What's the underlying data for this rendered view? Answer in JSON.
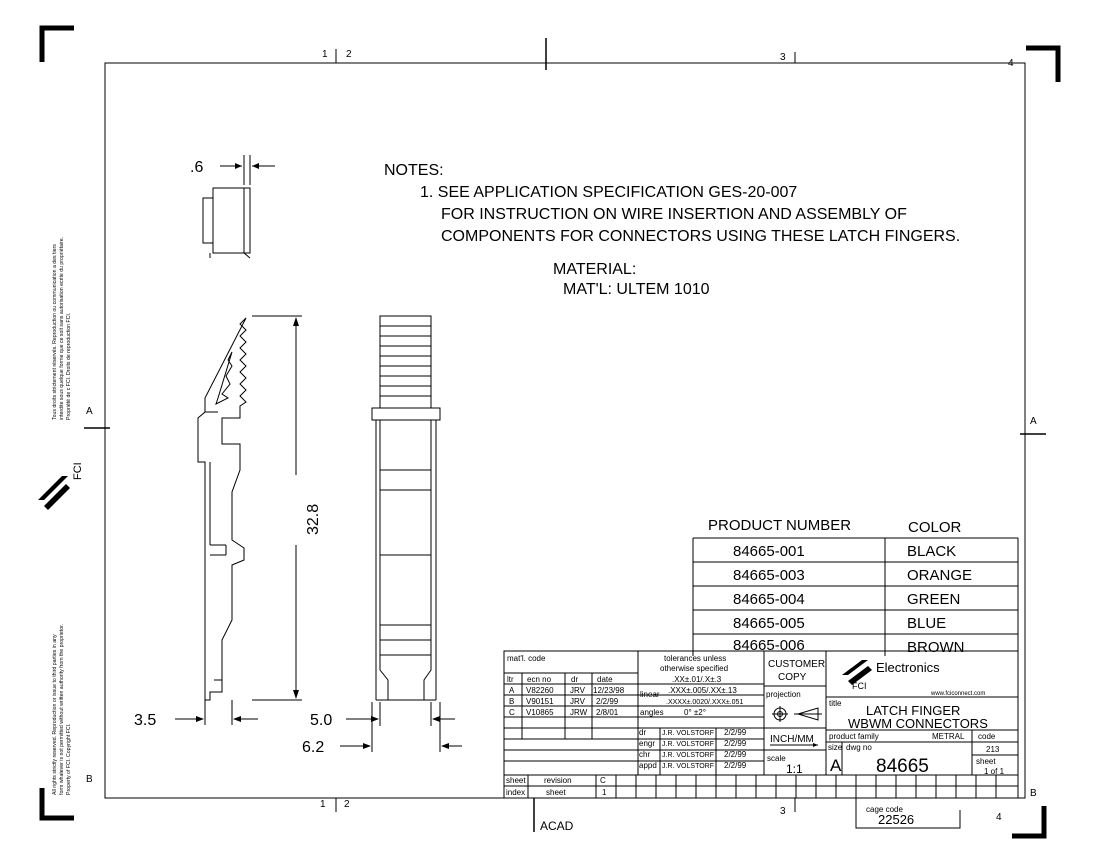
{
  "zones": {
    "top_left": "1",
    "top_mid": "2",
    "top_right_a": "3",
    "top_right_b": "4",
    "bottom_left": "1",
    "bottom_mid": "2",
    "bottom_right_a": "3",
    "bottom_right_b": "4",
    "left_a": "A",
    "right_a": "A",
    "left_b": "B",
    "right_b": "B"
  },
  "side_notice": {
    "fr_1": "Tous droits strictement réservés. Reproduction ou communication a des tiers",
    "fr_2": "interdite sous quelque forme que ce soit sans autorisation ecrite du propriétaire.",
    "fr_3": "Propriété de c FCI.  Droits de reproduction FCI.",
    "logo_text": "FCI",
    "en_1": "All rights strictly reserved. Reproduction or issue to third parties in any",
    "en_2": "form whatever is not permitted without written authority from the proprietor.",
    "en_3": "Property of FCI.  Copyright FCI."
  },
  "notes": {
    "heading": "NOTES:",
    "line1": "1. SEE APPLICATION SPECIFICATION GES-20-007",
    "line2": "FOR INSTRUCTION ON WIRE INSERTION AND ASSEMBLY OF",
    "line3": "COMPONENTS FOR CONNECTORS USING THESE LATCH FINGERS.",
    "material_heading": "MATERIAL:",
    "material_value": "MAT'L: ULTEM 1010"
  },
  "dimensions": {
    "top_width": ".6",
    "height": "32.8",
    "left_width": "3.5",
    "inner_width": "5.0",
    "outer_width": "6.2"
  },
  "product_table": {
    "headers": [
      "PRODUCT NUMBER",
      "COLOR"
    ],
    "rows": [
      [
        "84665-001",
        "BLACK"
      ],
      [
        "84665-003",
        "ORANGE"
      ],
      [
        "84665-004",
        "GREEN"
      ],
      [
        "84665-005",
        "BLUE"
      ],
      [
        "84665-006",
        "BROWN"
      ]
    ]
  },
  "title_block": {
    "matl_code": "mat'l. code",
    "rev_headers": [
      "ltr",
      "ecn no",
      "dr",
      "date"
    ],
    "revisions": [
      [
        "A",
        "V82260",
        "JRV",
        "12/23/98"
      ],
      [
        "B",
        "V90151",
        "JRV",
        "2/2/99"
      ],
      [
        "C",
        "V10865",
        "JRW",
        "2/8/01"
      ]
    ],
    "tol_head1": "tolerances unless",
    "tol_head2": "otherwise specified",
    "tol_xx": ".XX±.01/.X±.3",
    "linear_label": "linear",
    "tol_xxx": ".XXX±.005/.XX±.13",
    "tol_xxxx": ".XXXX±.0020/.XXX±.051",
    "angles_label": "angles",
    "tol_angles": "0°  ±2°",
    "approvals": [
      [
        "dr",
        "J.R. VOLSTORF",
        "2/2/99"
      ],
      [
        "engr",
        "J.R. VOLSTORF",
        "2/2/99"
      ],
      [
        "chr",
        "J.R. VOLSTORF",
        "2/2/99"
      ],
      [
        "appd",
        "J.R. VOLSTORF",
        "2/2/99"
      ]
    ],
    "customer_copy_1": "CUSTOMER",
    "customer_copy_2": "COPY",
    "projection_label": "projection",
    "units": "INCH/MM",
    "scale_label": "scale",
    "scale_value": "1:1",
    "company": "Electronics",
    "logo_text": "FCI",
    "website": "www.fciconnect.com",
    "title_label": "title",
    "title_1": "LATCH FINGER",
    "title_2": "WBWM CONNECTORS",
    "product_family_label": "product family",
    "product_family": "METRAL",
    "code_label": "code",
    "code_value": "213",
    "size_label": "size",
    "size_value": "A",
    "dwg_no_label": "dwg no",
    "dwg_no": "84665",
    "sheet_label": "sheet",
    "sheet_value": "1 of 1",
    "sheet_index_1": "sheet",
    "sheet_index_2": "index",
    "revision_label": "revision",
    "revision_value": "C",
    "sheet_label_2": "sheet",
    "sheet_value_2": "1"
  },
  "acad": "ACAD",
  "cage_code_label": "cage code",
  "cage_code": "22526"
}
